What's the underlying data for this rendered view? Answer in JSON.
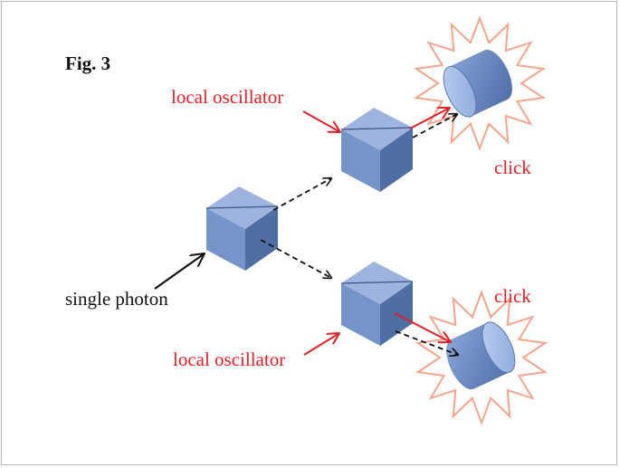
{
  "figure": {
    "label": "Fig. 3"
  },
  "labels": {
    "local_oscillator_top": "local oscillator",
    "local_oscillator_bottom": "local oscillator",
    "single_photon": "single photon",
    "click_top": "click",
    "click_bottom": "click"
  },
  "colors": {
    "annotation_red": "#e11f26",
    "text_black": "#111111",
    "cube_face_top": "#9db4de",
    "cube_face_front": "#6f8fc4",
    "cube_face_side": "#4f6ea3",
    "detector_body": "#6d8fca",
    "detector_face": "#a9c0e8",
    "burst_stroke": "#f4a58c",
    "frame_border": "#b5b5b5"
  }
}
